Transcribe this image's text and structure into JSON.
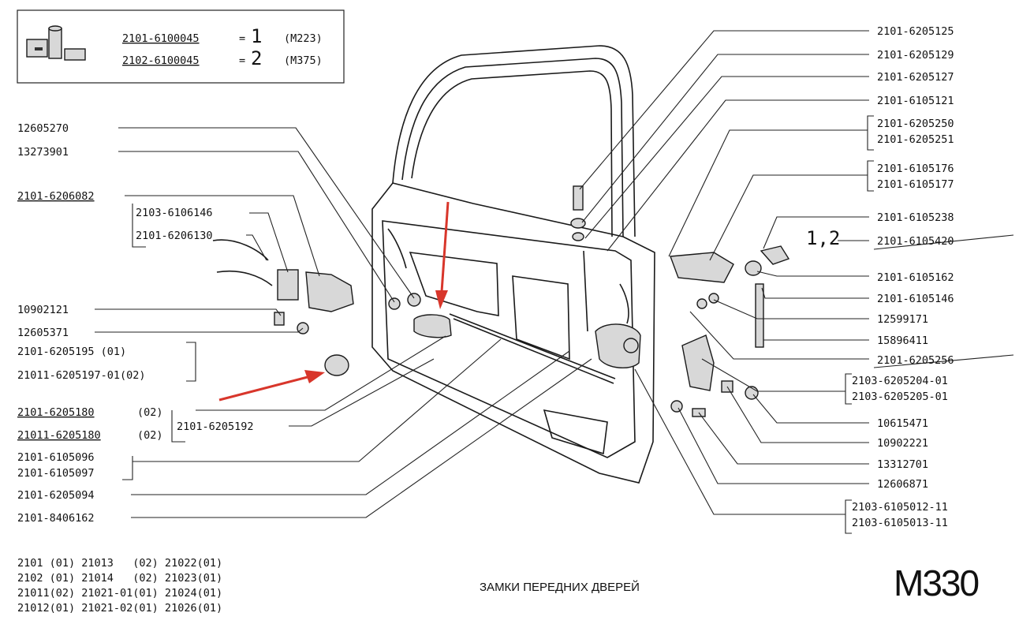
{
  "legend": {
    "row1": {
      "part": "2101-6100045",
      "eq": "=",
      "num": "1",
      "code": "(M223)"
    },
    "row2": {
      "part": "2102-6100045",
      "eq": "=",
      "num": "2",
      "code": "(M375)"
    }
  },
  "left_labels": {
    "l1": "12605270",
    "l2": "13273901",
    "l3": "2101-6206082",
    "l4a": "2103-6106146",
    "l4b": "2101-6206130",
    "l5": "10902121",
    "l6": "12605371",
    "l7a": "2101-6205195 (01)",
    "l7b": "21011-6205197-01(02)",
    "l8a": "2101-6205180",
    "l8a_sfx": "(02)",
    "l8b": "21011-6205180",
    "l8b_sfx": "(02)",
    "l8c": "2101-6205192",
    "l9a": "2101-6105096",
    "l9b": "2101-6105097",
    "l10": "2101-6205094",
    "l11": "2101-8406162"
  },
  "right_labels": {
    "r1": "2101-6205125",
    "r2": "2101-6205129",
    "r3": "2101-6205127",
    "r4": "2101-6105121",
    "r5a": "2101-6205250",
    "r5b": "2101-6205251",
    "r6a": "2101-6105176",
    "r6b": "2101-6105177",
    "r7": "2101-6105238",
    "r8": "2101-6105420",
    "r8_note": "1,2",
    "r9": "2101-6105162",
    "r10": "2101-6105146",
    "r11": "12599171",
    "r12": "15896411",
    "r13": "2101-6205256",
    "r14a": "2103-6205204-01",
    "r14b": "2103-6205205-01",
    "r15": "10615471",
    "r16": "10902221",
    "r17": "13312701",
    "r18": "12606871",
    "r19a": "2103-6105012-11",
    "r19b": "2103-6105013-11"
  },
  "applicability": [
    "2101 (01) 21013   (02) 21022(01)",
    "2102 (01) 21014   (02) 21023(01)",
    "21011(02) 21021-01(01) 21024(01)",
    "21012(01) 21021-02(01) 21026(01)"
  ],
  "title": "ЗАМКИ ПЕРЕДНИХ ДВЕРЕЙ",
  "sheet": "M330",
  "colors": {
    "ink": "#111111",
    "arrow": "#d8362b",
    "paper": "#ffffff"
  }
}
